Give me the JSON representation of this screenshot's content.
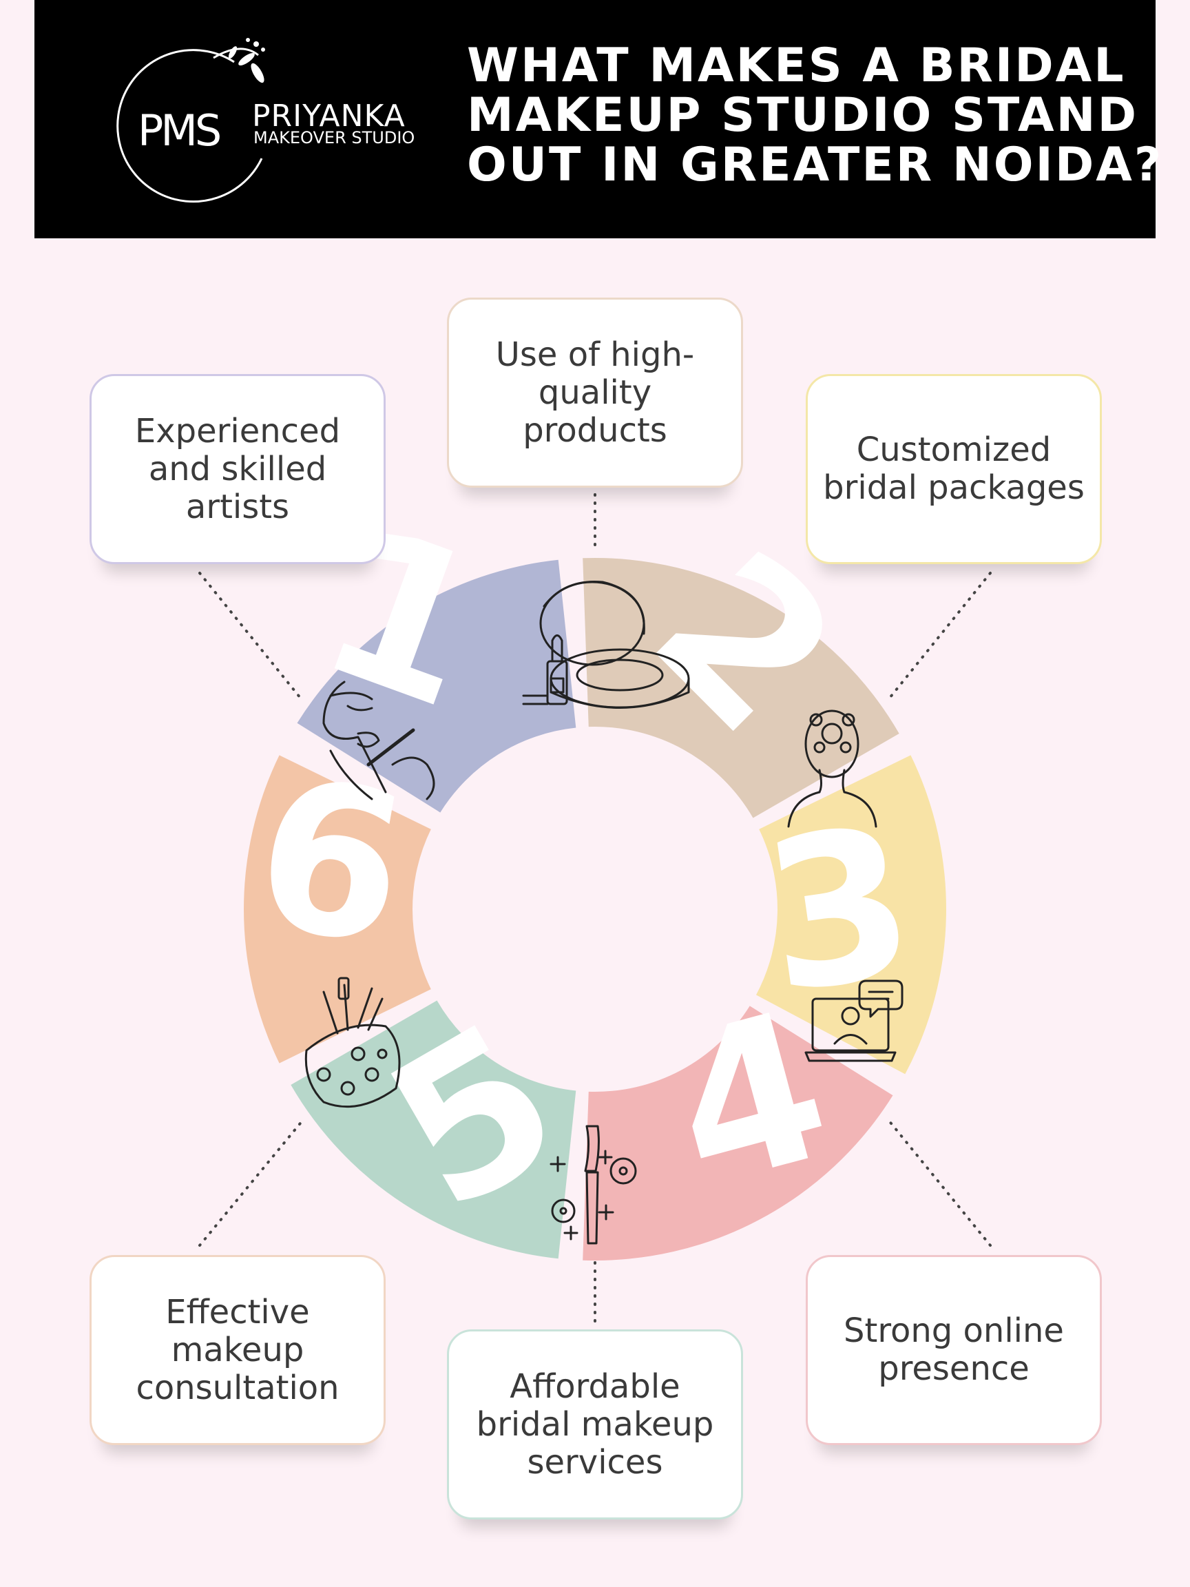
{
  "header": {
    "logo": {
      "monogram": "PMS",
      "name": "PRIYANKA",
      "subtitle": "MAKEOVER STUDIO"
    },
    "title_lines": [
      "WHAT MAKES A BRIDAL",
      "MAKEUP STUDIO STAND",
      "OUT IN GREATER NOIDA?"
    ]
  },
  "features": [
    {
      "label": "Experienced and skilled artists",
      "number": "1",
      "color": "#b1b6d4",
      "icon": "face-makeup-icon"
    },
    {
      "label": "Use of high-quality products",
      "number": "2",
      "color": "#dfcbb8",
      "icon": "compact-lipstick-icon"
    },
    {
      "label": "Customized bridal packages",
      "number": "3",
      "color": "#f8e3a6",
      "icon": "bridal-hairstyle-icon"
    },
    {
      "label": "Strong online presence",
      "number": "4",
      "color": "#f2b5b6",
      "icon": "laptop-chat-icon"
    },
    {
      "label": "Affordable bridal makeup services",
      "number": "5",
      "color": "#b7d7ca",
      "icon": "makeup-brush-sparkle-icon"
    },
    {
      "label": "Effective makeup consultation",
      "number": "6",
      "color": "#f3c5a7",
      "icon": "cosmetic-bag-icon"
    }
  ]
}
